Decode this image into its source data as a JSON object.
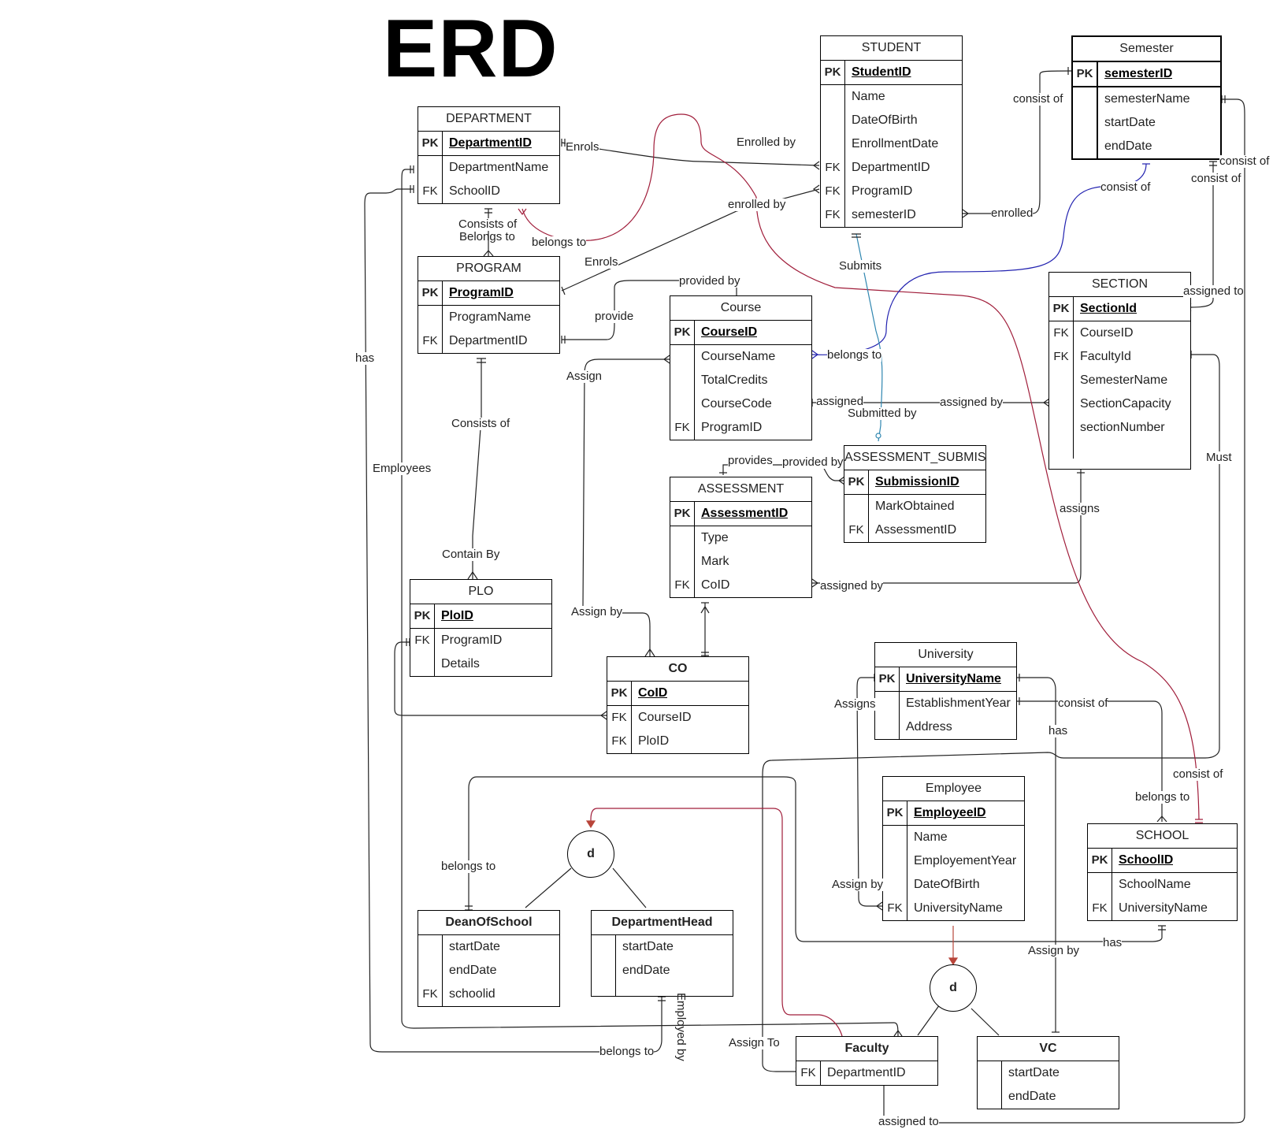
{
  "title": "ERD",
  "tables": {
    "student": {
      "name": "STUDENT",
      "rows": [
        {
          "key": "PK",
          "field": "StudentID"
        },
        {
          "key": "",
          "field": "Name"
        },
        {
          "key": "",
          "field": "DateOfBirth"
        },
        {
          "key": "",
          "field": "EnrollmentDate"
        },
        {
          "key": "FK",
          "field": "DepartmentID"
        },
        {
          "key": "FK",
          "field": "ProgramID"
        },
        {
          "key": "FK",
          "field": "semesterID"
        }
      ]
    },
    "semester": {
      "name": "Semester",
      "rows": [
        {
          "key": "PK",
          "field": "semesterID"
        },
        {
          "key": "",
          "field": "semesterName"
        },
        {
          "key": "",
          "field": "startDate"
        },
        {
          "key": "",
          "field": "endDate"
        }
      ]
    },
    "department": {
      "name": "DEPARTMENT",
      "rows": [
        {
          "key": "PK",
          "field": "DepartmentID"
        },
        {
          "key": "",
          "field": "DepartmentName"
        },
        {
          "key": "FK",
          "field": "SchoolID"
        }
      ]
    },
    "program": {
      "name": "PROGRAM",
      "rows": [
        {
          "key": "PK",
          "field": "ProgramID"
        },
        {
          "key": "",
          "field": "ProgramName"
        },
        {
          "key": "FK",
          "field": "DepartmentID"
        }
      ]
    },
    "course": {
      "name": "Course",
      "rows": [
        {
          "key": "PK",
          "field": "CourseID"
        },
        {
          "key": "",
          "field": "CourseName"
        },
        {
          "key": "",
          "field": "TotalCredits"
        },
        {
          "key": "",
          "field": "CourseCode"
        },
        {
          "key": "FK",
          "field": "ProgramID"
        }
      ]
    },
    "section": {
      "name": "SECTION",
      "rows": [
        {
          "key": "PK",
          "field": "SectionId"
        },
        {
          "key": "FK",
          "field": "CourseID"
        },
        {
          "key": "FK",
          "field": "FacultyId"
        },
        {
          "key": "",
          "field": "SemesterName"
        },
        {
          "key": "",
          "field": "SectionCapacity"
        },
        {
          "key": "",
          "field": "sectionNumber"
        }
      ]
    },
    "assessment": {
      "name": "ASSESSMENT",
      "rows": [
        {
          "key": "PK",
          "field": "AssessmentID"
        },
        {
          "key": "",
          "field": "Type"
        },
        {
          "key": "",
          "field": "Mark"
        },
        {
          "key": "FK",
          "field": "CoID"
        }
      ]
    },
    "submission": {
      "name": "ASSESSMENT_SUBMISSION",
      "rows": [
        {
          "key": "PK",
          "field": "SubmissionID"
        },
        {
          "key": "",
          "field": "MarkObtained"
        },
        {
          "key": "FK",
          "field": "AssessmentID"
        }
      ]
    },
    "plo": {
      "name": "PLO",
      "rows": [
        {
          "key": "PK",
          "field": "PloID"
        },
        {
          "key": "FK",
          "field": "ProgramID"
        },
        {
          "key": "",
          "field": "Details"
        }
      ]
    },
    "co": {
      "name": "CO",
      "rows": [
        {
          "key": "PK",
          "field": "CoID"
        },
        {
          "key": "FK",
          "field": "CourseID"
        },
        {
          "key": "FK",
          "field": "PloID"
        }
      ]
    },
    "university": {
      "name": "University",
      "rows": [
        {
          "key": "PK",
          "field": "UniversityName"
        },
        {
          "key": "",
          "field": "EstablishmentYear"
        },
        {
          "key": "",
          "field": "Address"
        }
      ]
    },
    "employee": {
      "name": "Employee",
      "rows": [
        {
          "key": "PK",
          "field": "EmployeeID"
        },
        {
          "key": "",
          "field": "Name"
        },
        {
          "key": "",
          "field": "EmployementYear"
        },
        {
          "key": "",
          "field": "DateOfBirth"
        },
        {
          "key": "FK",
          "field": "UniversityName"
        }
      ]
    },
    "school": {
      "name": "SCHOOL",
      "rows": [
        {
          "key": "PK",
          "field": "SchoolID"
        },
        {
          "key": "",
          "field": "SchoolName"
        },
        {
          "key": "FK",
          "field": "UniversityName"
        }
      ]
    },
    "dean": {
      "name": "DeanOfSchool",
      "rows": [
        {
          "key": "",
          "field": "startDate"
        },
        {
          "key": "",
          "field": "endDate"
        },
        {
          "key": "FK",
          "field": "schoolid"
        }
      ]
    },
    "depthead": {
      "name": "DepartmentHead",
      "rows": [
        {
          "key": "",
          "field": "startDate"
        },
        {
          "key": "",
          "field": "endDate"
        }
      ]
    },
    "faculty": {
      "name": "Faculty",
      "rows": [
        {
          "key": "FK",
          "field": "DepartmentID"
        }
      ]
    },
    "vc": {
      "name": "VC",
      "rows": [
        {
          "key": "",
          "field": "startDate"
        },
        {
          "key": "",
          "field": "endDate"
        }
      ]
    }
  },
  "disjoint_symbol": "d",
  "labels": {
    "enrols1": "Enrols",
    "enrolled_by1": "Enrolled by",
    "enrolled_by2": "enrolled by",
    "consist_of1": "consist of",
    "consist_of2": "consist of",
    "consist_of3": "consist of",
    "consist_of4": "consist of",
    "consist_of5": "consist of",
    "consist_of6": "consist of",
    "enrolled": "enrolled",
    "consists_of": "Consists of",
    "belongs_to_cap": "Belongs to",
    "belongs_to1": "belongs to",
    "enrols2": "Enrols",
    "submits": "Submits",
    "provided_by1": "provided by",
    "provide": "provide",
    "has1": "has",
    "assign": "Assign",
    "belongs_to2": "belongs to",
    "assigned_to1": "assigned to",
    "assigned": "assigned",
    "assigned_by1": "assigned by",
    "submitted_by": "Submitted by",
    "consists_of2": "Consists of",
    "employees": "Employees",
    "provides": "provides",
    "provided_by2": "provided by",
    "must": "Must",
    "assigns": "assigns",
    "contain_by": "Contain  By",
    "assigned_by2": "assigned by",
    "assign_by1": "Assign by",
    "assigns_cap": "Assigns",
    "has2": "has",
    "belongs_to3": "belongs to",
    "belongs_to4": "belongs to",
    "assign_by2": "Assign by",
    "has3": "has",
    "assign_by3": "Assign by",
    "employed_by": "Employed by",
    "belongs_to5": "belongs to",
    "assign_to": "Assign To",
    "assigned_to2": "assigned to"
  },
  "colors": {
    "line": "#222222",
    "red": "#a01d3a",
    "blue": "#2222b0",
    "teal": "#2f86b0",
    "arrow": "#b8453a"
  }
}
